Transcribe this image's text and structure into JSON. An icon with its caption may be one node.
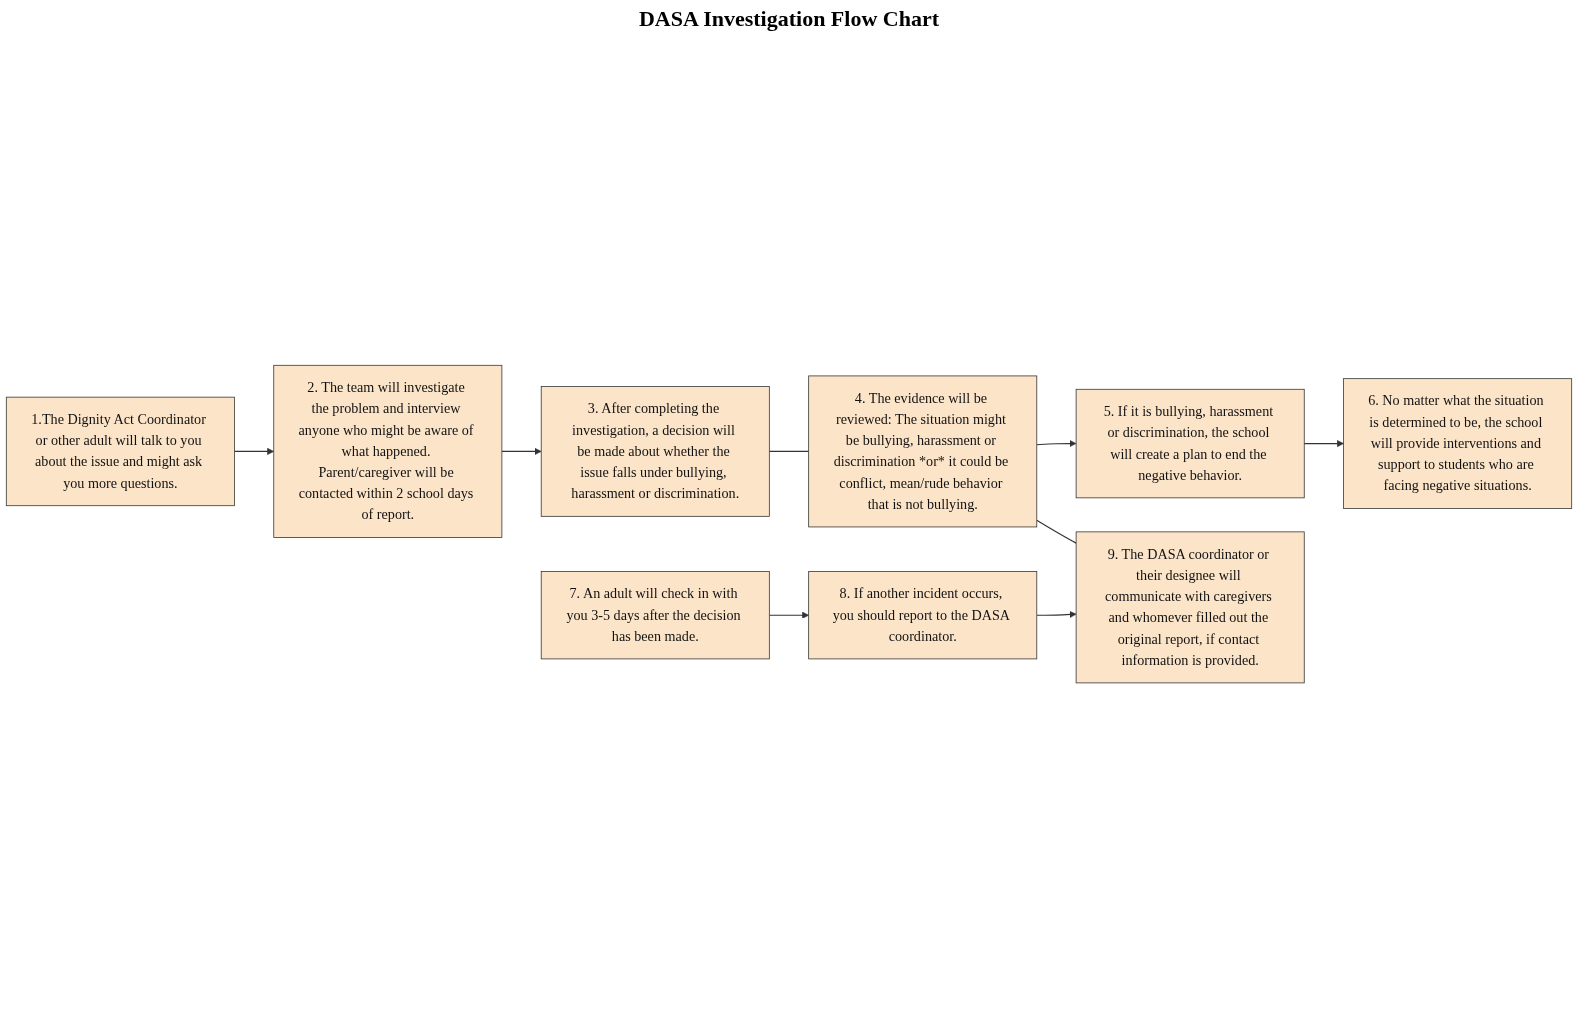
{
  "diagram": {
    "title": "DASA Investigation Flow Chart",
    "nodes": [
      {
        "text": [
          "1.The Dignity Act Coordinator or other adult will talk to you about the issue and might ask you more questions."
        ]
      },
      {
        "text": [
          "2. The team will investigate the problem and interview anyone who might be aware of what happened. Parent/caregiver will be contacted within 2 school days of report."
        ]
      },
      {
        "text": [
          "3. After completing the investigation, a decision will be made about whether the issue falls under bullying, harassment or discrimination."
        ]
      },
      {
        "text": [
          "4. The evidence will be reviewed: The situation might be bullying, harassment or discrimination *or* it could be conflict, mean/rude behavior that is not bullying."
        ]
      },
      {
        "text": [
          "5. If it is bullying, harassment or discrimination, the school will create a plan to end the negative behavior."
        ]
      },
      {
        "text": [
          "6. No matter what the situation is determined to be, the school will provide interventions and support to students who are facing negative situations."
        ]
      },
      {
        "text": [
          "7. An adult will check in with you 3-5 days after the decision has been made."
        ]
      },
      {
        "text": [
          "8. If another incident occurs, you should report to the DASA coordinator."
        ]
      },
      {
        "text": [
          "9. The DASA coordinator or their designee will communicate with caregivers and whomever filled out the original report, if contact information is provided."
        ]
      }
    ],
    "edges": [
      {
        "from": 0,
        "to": 1,
        "arrow": "to"
      },
      {
        "from": 1,
        "to": 2,
        "arrow": "to"
      },
      {
        "from": 2,
        "to": 3,
        "arrow": "none"
      },
      {
        "from": 3,
        "to": 4,
        "arrow": "to"
      },
      {
        "from": 4,
        "to": 5,
        "arrow": "to"
      },
      {
        "from": 3,
        "to": 8,
        "arrow": "none"
      },
      {
        "from": 6,
        "to": 7,
        "arrow": "to"
      },
      {
        "from": 7,
        "to": 8,
        "arrow": "to"
      }
    ]
  }
}
